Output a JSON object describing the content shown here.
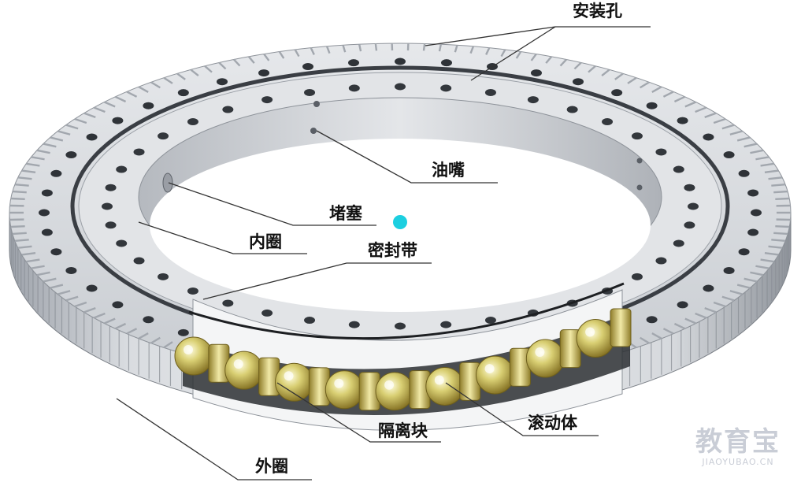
{
  "labels": {
    "mounting_holes": "安装孔",
    "grease_nipple": "油嘴",
    "plug": "堵塞",
    "inner_ring": "内圈",
    "seal": "密封带",
    "outer_ring": "外圈",
    "spacer": "隔离块",
    "rolling_element": "滚动体"
  },
  "watermark": {
    "main": "教育宝",
    "sub": "JIAOYUBAO.CN"
  },
  "colors": {
    "label_text": "#111111",
    "leader_line": "#333333",
    "marker_dot": "#1ccfe0"
  }
}
